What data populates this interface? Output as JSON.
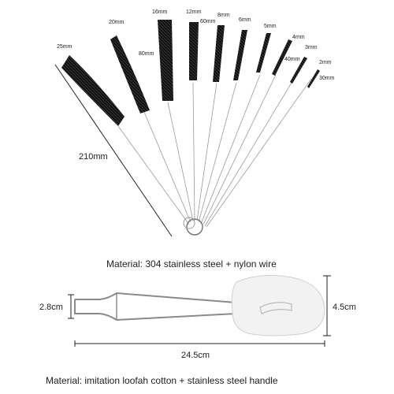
{
  "brushes": [
    {
      "id": "b25",
      "size_label": "25mm"
    },
    {
      "id": "b20",
      "size_label": "20mm",
      "length_label": "80mm"
    },
    {
      "id": "b16",
      "size_label": "16mm"
    },
    {
      "id": "b12",
      "size_label": "12mm",
      "length_label": "60mm"
    },
    {
      "id": "b8",
      "size_label": "8mm"
    },
    {
      "id": "b6",
      "size_label": "6mm"
    },
    {
      "id": "b5",
      "size_label": "5mm"
    },
    {
      "id": "b4",
      "size_label": "4mm",
      "length_label": "40mm"
    },
    {
      "id": "b3",
      "size_label": "3mm"
    },
    {
      "id": "b2",
      "size_label": "2mm",
      "length_label": "30mm"
    }
  ],
  "overall_length_label": "210mm",
  "material_brushes": "Material: 304 stainless steel + nylon wire",
  "sponge": {
    "width_label": "2.8cm",
    "height_label": "4.5cm",
    "length_label": "24.5cm"
  },
  "material_sponge": "Material: imitation loofah cotton + stainless steel handle",
  "colors": {
    "bristle": "#111111",
    "wire": "#9a9a9a",
    "sponge": "#f2f2f2",
    "text": "#222222"
  }
}
